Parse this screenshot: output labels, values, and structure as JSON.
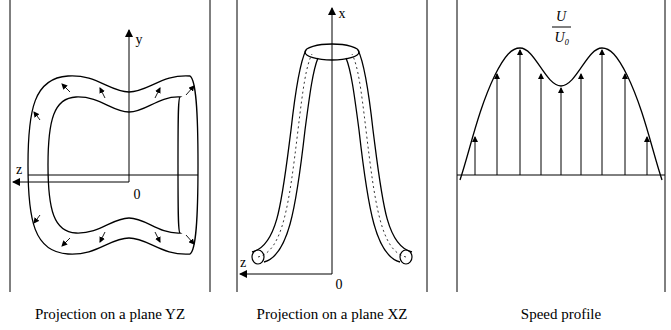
{
  "diagram": {
    "labels": [
      "y",
      "z",
      "0",
      "x",
      "z",
      "0",
      "U",
      "U₀",
      "Projection on a plane YZ",
      "Projection on a plane XZ",
      "Speed profile"
    ]
  }
}
